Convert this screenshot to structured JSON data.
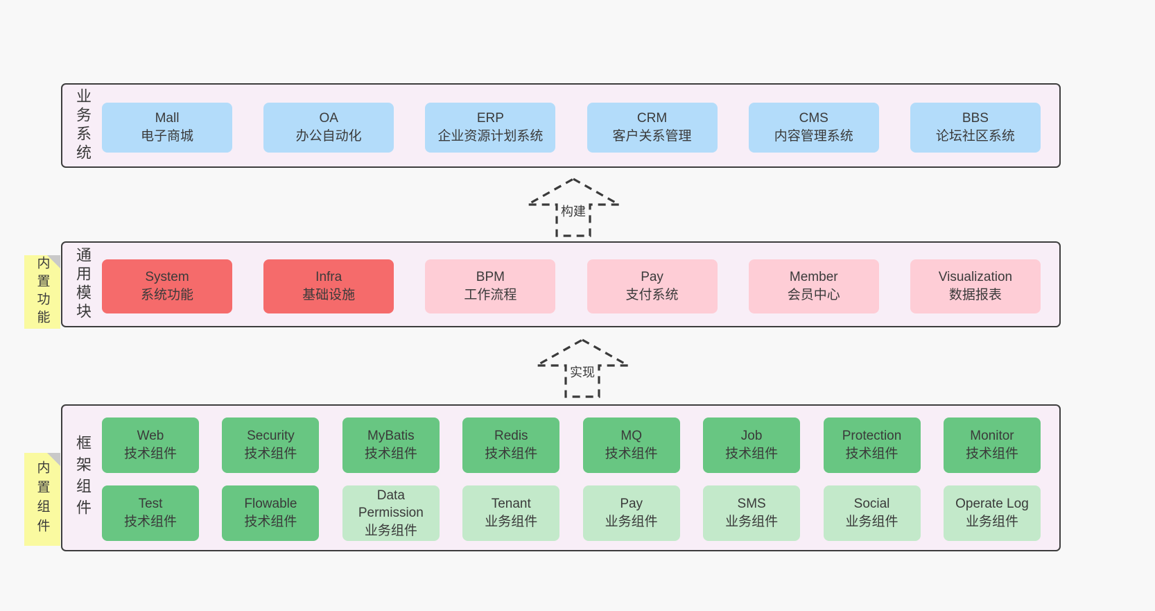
{
  "palette": {
    "page_bg": "#f8f8f8",
    "panel_bg": "#f8eef7",
    "panel_border": "#3d3d3d",
    "blue_box": "#b3dcfa",
    "red_box": "#f56b6b",
    "pink_box": "#fecdd6",
    "green_box": "#68c682",
    "green_light_box": "#c3e9ca",
    "note_bg": "#fafaa0",
    "note_fold": "#c9c9c9",
    "text": "#3a3a3a"
  },
  "sections": {
    "business": {
      "label": "业务系统",
      "boxes": [
        {
          "name": "Mall",
          "desc": "电子商城",
          "variant": "blue"
        },
        {
          "name": "OA",
          "desc": "办公自动化",
          "variant": "blue"
        },
        {
          "name": "ERP",
          "desc": "企业资源计划系统",
          "variant": "blue"
        },
        {
          "name": "CRM",
          "desc": "客户关系管理",
          "variant": "blue"
        },
        {
          "name": "CMS",
          "desc": "内容管理系统",
          "variant": "blue"
        },
        {
          "name": "BBS",
          "desc": "论坛社区系统",
          "variant": "blue"
        }
      ]
    },
    "common": {
      "label": "通用模块",
      "note": "内置功能",
      "boxes": [
        {
          "name": "System",
          "desc": "系统功能",
          "variant": "red"
        },
        {
          "name": "Infra",
          "desc": "基础设施",
          "variant": "red"
        },
        {
          "name": "BPM",
          "desc": "工作流程",
          "variant": "pink"
        },
        {
          "name": "Pay",
          "desc": "支付系统",
          "variant": "pink"
        },
        {
          "name": "Member",
          "desc": "会员中心",
          "variant": "pink"
        },
        {
          "name": "Visualization",
          "desc": "数据报表",
          "variant": "pink"
        }
      ]
    },
    "framework": {
      "label": "框架组件",
      "note": "内置组件",
      "row1": [
        {
          "name": "Web",
          "desc": "技术组件",
          "variant": "green"
        },
        {
          "name": "Security",
          "desc": "技术组件",
          "variant": "green"
        },
        {
          "name": "MyBatis",
          "desc": "技术组件",
          "variant": "green"
        },
        {
          "name": "Redis",
          "desc": "技术组件",
          "variant": "green"
        },
        {
          "name": "MQ",
          "desc": "技术组件",
          "variant": "green"
        },
        {
          "name": "Job",
          "desc": "技术组件",
          "variant": "green"
        },
        {
          "name": "Protection",
          "desc": "技术组件",
          "variant": "green"
        },
        {
          "name": "Monitor",
          "desc": "技术组件",
          "variant": "green"
        }
      ],
      "row2": [
        {
          "name": "Test",
          "desc": "技术组件",
          "variant": "green"
        },
        {
          "name": "Flowable",
          "desc": "技术组件",
          "variant": "green"
        },
        {
          "name": "Data Permission",
          "desc": "业务组件",
          "variant": "green-light"
        },
        {
          "name": "Tenant",
          "desc": "业务组件",
          "variant": "green-light"
        },
        {
          "name": "Pay",
          "desc": "业务组件",
          "variant": "green-light"
        },
        {
          "name": "SMS",
          "desc": "业务组件",
          "variant": "green-light"
        },
        {
          "name": "Social",
          "desc": "业务组件",
          "variant": "green-light"
        },
        {
          "name": "Operate Log",
          "desc": "业务组件",
          "variant": "green-light"
        }
      ]
    }
  },
  "arrows": {
    "build": {
      "label": "构建"
    },
    "implement": {
      "label": "实现"
    }
  }
}
